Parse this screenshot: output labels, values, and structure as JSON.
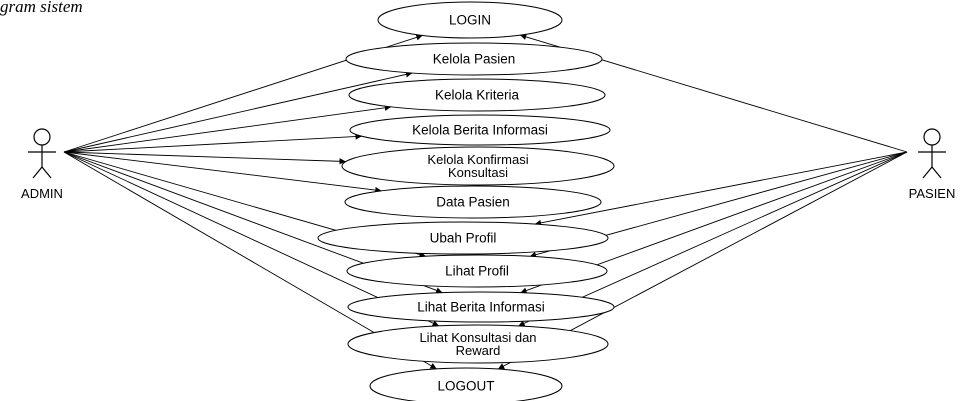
{
  "caption": "gram sistem",
  "actors": {
    "admin": {
      "label": "ADMIN"
    },
    "pasien": {
      "label": "PASIEN"
    }
  },
  "use_cases": [
    {
      "id": "login",
      "lines": [
        "LOGIN"
      ]
    },
    {
      "id": "kelola-pasien",
      "lines": [
        "Kelola Pasien"
      ]
    },
    {
      "id": "kelola-kriteria",
      "lines": [
        "Kelola Kriteria"
      ]
    },
    {
      "id": "kelola-berita-informasi",
      "lines": [
        "Kelola Berita Informasi"
      ]
    },
    {
      "id": "kelola-konfirmasi-konsultasi",
      "lines": [
        "Kelola Konfirmasi",
        "Konsultasi"
      ]
    },
    {
      "id": "data-pasien",
      "lines": [
        "Data Pasien"
      ]
    },
    {
      "id": "ubah-profil",
      "lines": [
        "Ubah Profil"
      ]
    },
    {
      "id": "lihat-profil",
      "lines": [
        "Lihat Profil"
      ]
    },
    {
      "id": "lihat-berita-informasi",
      "lines": [
        "Lihat Berita Informasi"
      ]
    },
    {
      "id": "lihat-konsultasi-dan-reward",
      "lines": [
        "Lihat Konsultasi dan",
        "Reward"
      ]
    },
    {
      "id": "logout",
      "lines": [
        "LOGOUT"
      ]
    }
  ],
  "associations": {
    "admin": [
      "login",
      "kelola-pasien",
      "kelola-kriteria",
      "kelola-berita-informasi",
      "kelola-konfirmasi-konsultasi",
      "data-pasien",
      "lihat-profil",
      "lihat-berita-informasi",
      "lihat-konsultasi-dan-reward",
      "logout"
    ],
    "pasien": [
      "login",
      "ubah-profil",
      "lihat-profil",
      "lihat-berita-informasi",
      "lihat-konsultasi-dan-reward",
      "logout"
    ]
  }
}
